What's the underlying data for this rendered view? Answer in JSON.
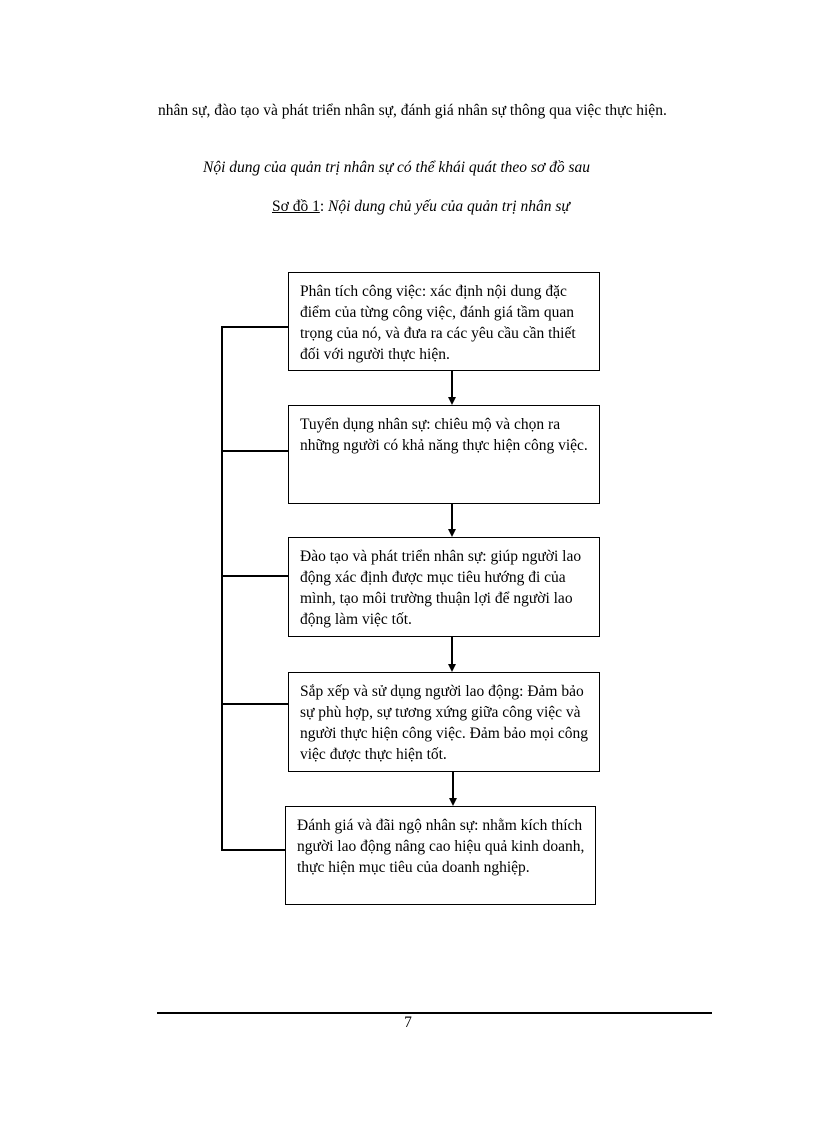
{
  "body_text": "nhân sự, đào tạo và phát triển nhân sự, đánh giá nhân sự thông qua việc thực hiện.",
  "intro_text": "Nội dung của quản trị nhân sự có thể khái quát theo sơ đồ sau",
  "diagram": {
    "caption_label": "Sơ đồ 1",
    "caption_sep": ": ",
    "caption_title": "Nội dung chủ yếu của quản trị nhân sự",
    "boxes": [
      "Phân tích công việc: xác định nội dung đặc điểm của từng công việc, đánh giá tầm quan trọng của nó, và đưa ra các yêu cầu cần thiết đối với người thực hiện.",
      "Tuyển dụng nhân sự: chiêu mộ và chọn ra những người có khả năng thực hiện công việc.",
      "Đào tạo và phát triển nhân sự: giúp người lao động xác định được mục tiêu hướng đi của mình, tạo môi trường thuận lợi để người lao động làm việc tốt.",
      "Sắp xếp và sử dụng người lao động: Đảm bảo sự phù hợp, sự tương xứng giữa công việc và người thực hiện công việc. Đảm bảo mọi công việc được thực hiện tốt.",
      "Đánh giá và đãi ngộ nhân sự: nhằm kích thích người lao động nâng cao hiệu quả kinh doanh, thực hiện mục tiêu của doanh nghiệp."
    ]
  },
  "page_number": "7"
}
